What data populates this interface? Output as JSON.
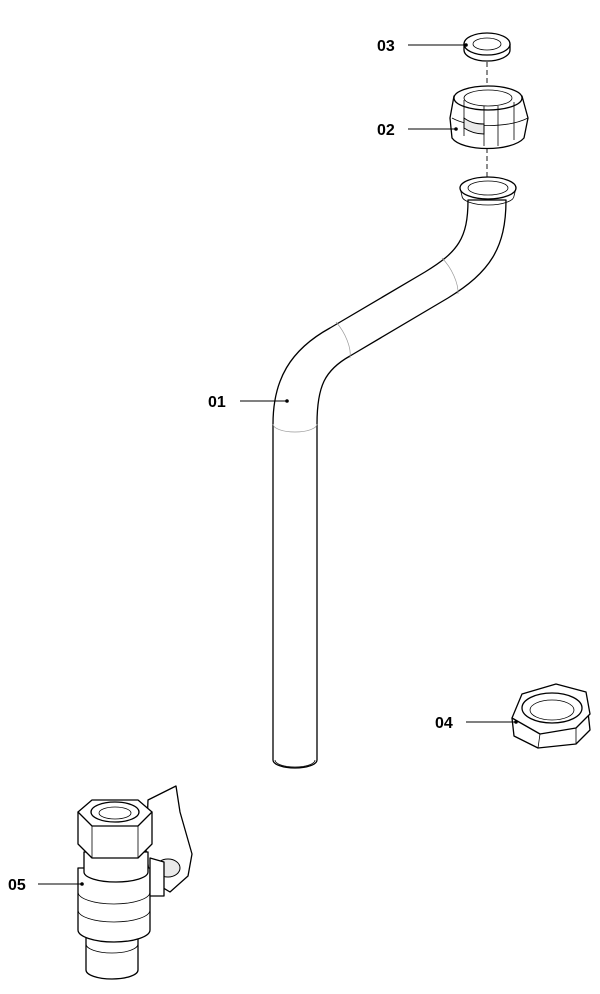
{
  "parts": [
    {
      "id": "01",
      "label": "01"
    },
    {
      "id": "02",
      "label": "02"
    },
    {
      "id": "03",
      "label": "03"
    },
    {
      "id": "04",
      "label": "04"
    },
    {
      "id": "05",
      "label": "05"
    }
  ],
  "colors": {
    "line": "#000000",
    "background": "#ffffff",
    "shade": "#e9e9e9"
  }
}
